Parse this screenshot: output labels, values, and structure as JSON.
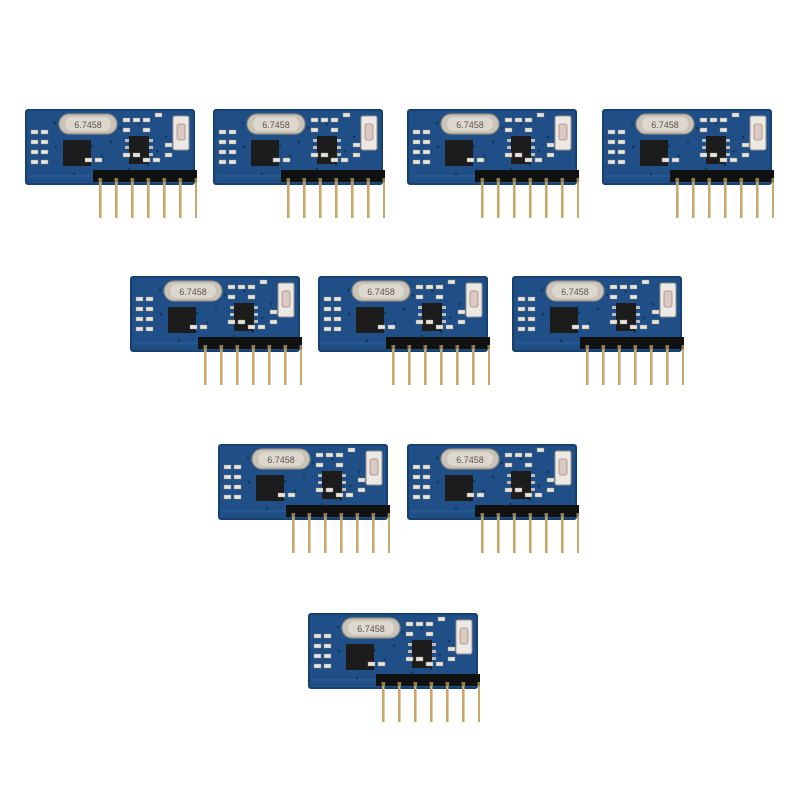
{
  "image": {
    "subject": "RF receiver modules",
    "module_count": 10,
    "rows": [
      4,
      3,
      2,
      1
    ],
    "crystal_marking": "6.7458",
    "colors": {
      "background": "#ffffff",
      "pcb": "#1f4f86",
      "pcb_edge": "#16406e",
      "chip": "#1c1c1c",
      "crystal": "#c9c3b8",
      "pin_header": "#111111",
      "pin": "#c9a96a",
      "button": "#d8c9c2"
    }
  }
}
